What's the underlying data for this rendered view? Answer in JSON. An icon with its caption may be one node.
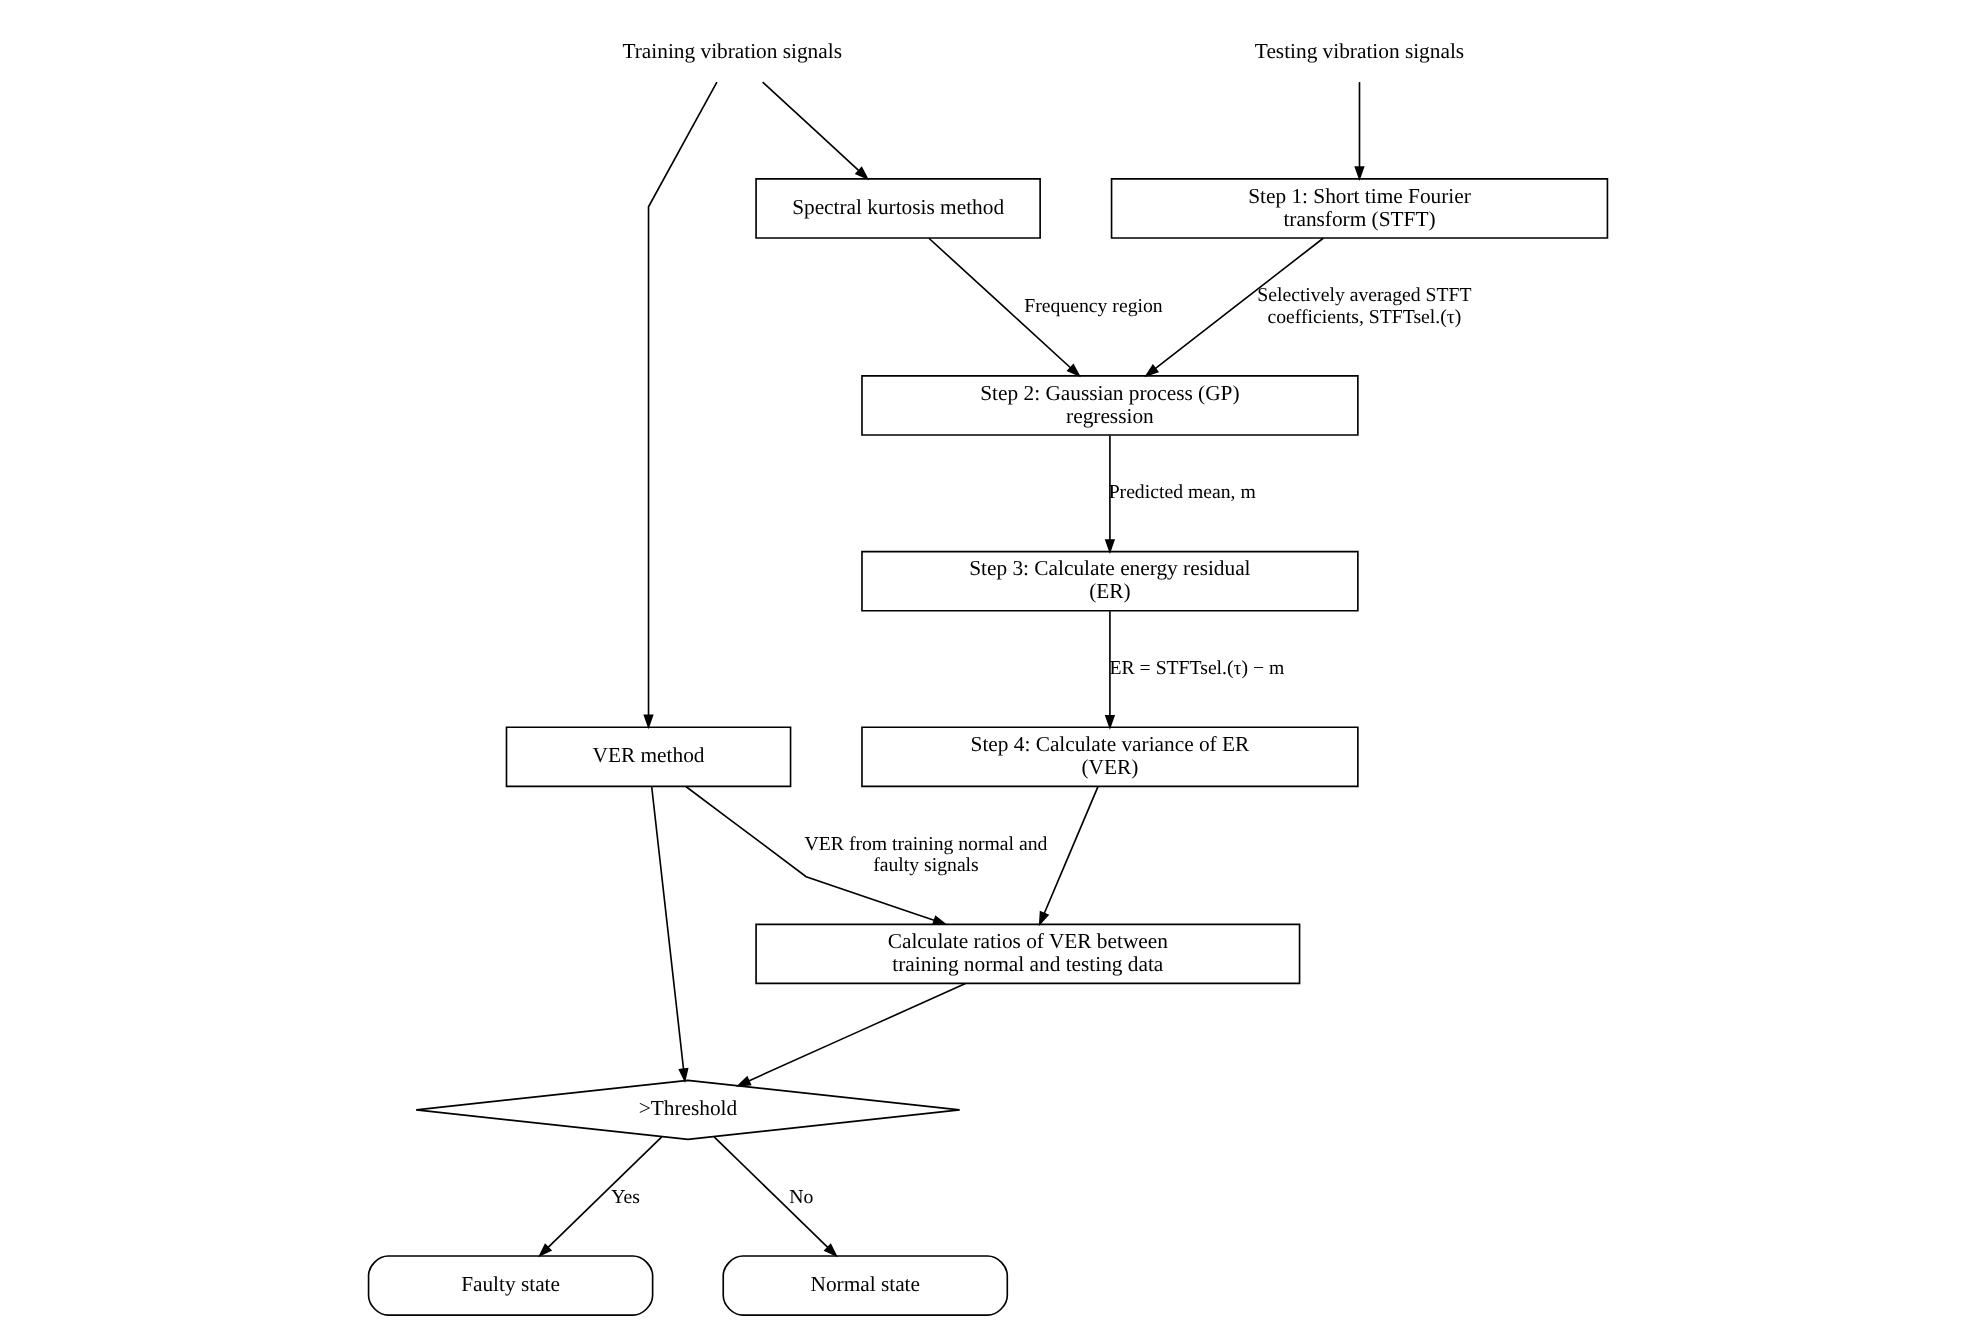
{
  "diagram": {
    "nodes": [
      {
        "text": [
          "Training vibration signals"
        ]
      },
      {
        "text": [
          "Testing vibration signals"
        ]
      },
      {
        "text": [
          "Step 1: Short time Fourier transform (STFT)"
        ]
      },
      {
        "text": [
          "Spectral kurtosis method"
        ]
      },
      {
        "text": [
          "Step 2: Gaussian process (GP) regression"
        ]
      },
      {
        "text": [
          "Step 3: Calculate energy residual (ER)"
        ]
      },
      {
        "text": [
          "Step 4: Calculate variance of ER (VER)"
        ]
      },
      {
        "text": [
          "VER method"
        ]
      },
      {
        "text": [
          "Calculate ratios of VER between training normal and testing data"
        ]
      },
      {
        "text": [
          ">Threshold"
        ]
      },
      {
        "text": [
          "Faulty state"
        ]
      },
      {
        "text": [
          "Normal state"
        ]
      }
    ],
    "edges": [
      {
        "from": 1,
        "to": 2,
        "arrow": "to"
      },
      {
        "from": 0,
        "to": 3,
        "arrow": "to"
      },
      {
        "from": 0,
        "to": 7,
        "arrow": "to"
      },
      {
        "from": 3,
        "to": 4,
        "arrow": "to",
        "label": "Frequency region"
      },
      {
        "from": 2,
        "to": 4,
        "arrow": "to",
        "label": "Selectively averaged STFT coefficients, STFTsel.(τ)"
      },
      {
        "from": 4,
        "to": 5,
        "arrow": "to",
        "label": "Predicted mean, m"
      },
      {
        "from": 5,
        "to": 6,
        "arrow": "to",
        "label": "ER = STFTsel.(τ) − m"
      },
      {
        "from": 6,
        "to": 8,
        "arrow": "to"
      },
      {
        "from": 7,
        "to": 8,
        "arrow": "to",
        "label": "VER from training normal and faulty signals"
      },
      {
        "from": 7,
        "to": 9,
        "arrow": "to"
      },
      {
        "from": 8,
        "to": 9,
        "arrow": "to"
      },
      {
        "from": 9,
        "to": 10,
        "arrow": "to",
        "label": "Yes"
      },
      {
        "from": 9,
        "to": 11,
        "arrow": "to",
        "label": "No"
      }
    ]
  }
}
